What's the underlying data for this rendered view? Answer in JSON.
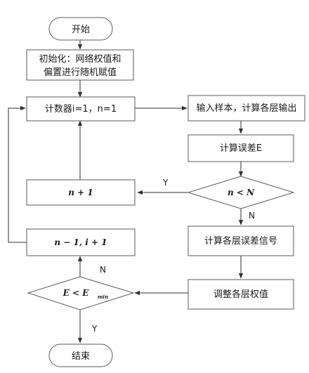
{
  "nodes": {
    "start": "开始",
    "init_line1": "初始化：网络权值和",
    "init_line2": "偏置进行随机赋值",
    "counter": "计数器i=1，n=1",
    "input": "输入样本，计算各层输出",
    "calc_error": "计算误差E",
    "cond_n": "n < N",
    "n_plus": "n + 1",
    "layer_error": "计算各层误差信号",
    "adjust": "调整各层权值",
    "n_minus_i_plus": "n − 1, i + 1",
    "cond_e": "E < E",
    "cond_e_sub": "min",
    "end": "结束"
  },
  "edges": {
    "cond_n_yes": "Y",
    "cond_n_no": "N",
    "cond_e_no": "N",
    "cond_e_yes": "Y"
  }
}
